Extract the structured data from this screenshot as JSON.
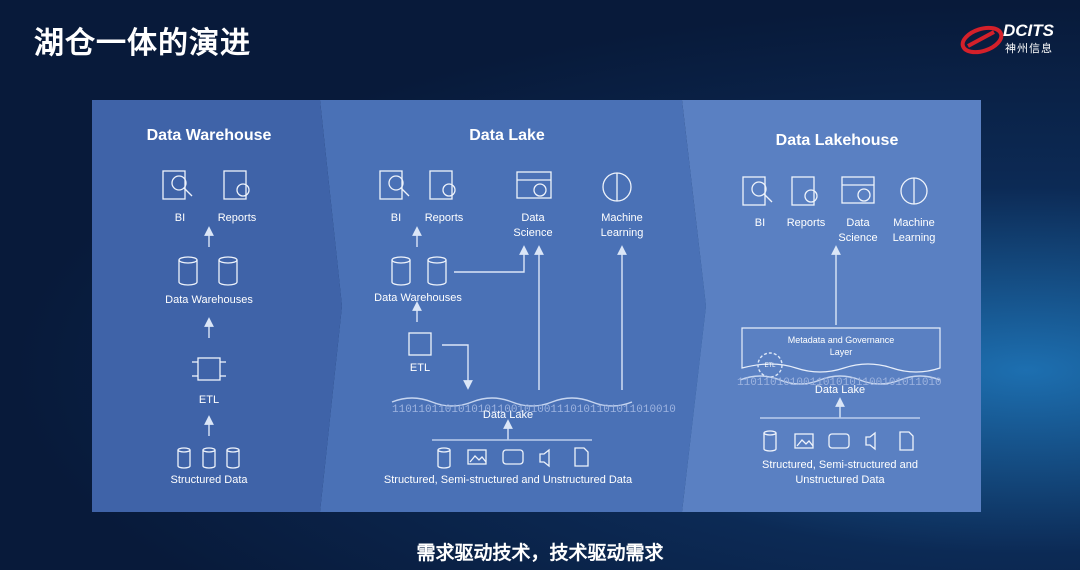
{
  "slide": {
    "title": "湖仓一体的演进",
    "caption": "需求驱动技术，技术驱动需求"
  },
  "logo": {
    "name": "DCITS",
    "subtitle": "神州信息"
  },
  "warehouse": {
    "title": "Data Warehouse",
    "bi": "BI",
    "reports": "Reports",
    "warehouses": "Data Warehouses",
    "etl": "ETL",
    "structured": "Structured Data"
  },
  "lake": {
    "title": "Data Lake",
    "bi": "BI",
    "reports": "Reports",
    "data_science": "Data Science",
    "machine_learning": "Machine Learning",
    "warehouses": "Data Warehouses",
    "etl": "ETL",
    "lake_label": "Data Lake",
    "sources": "Structured, Semi-structured and Unstructured Data",
    "binary": "1101101101010101100101001110101101011010010"
  },
  "lakehouse": {
    "title": "Data Lakehouse",
    "bi": "BI",
    "reports": "Reports",
    "data_science": "Data Science",
    "machine_learning": "Machine Learning",
    "metadata": "Metadata and Governance Layer",
    "etl": "ETL",
    "lake_label": "Data Lake",
    "sources": "Structured, Semi-structured and Unstructured Data",
    "binary": "1101101010011010101100101011010"
  },
  "colors": {
    "panel1": "#3f63a8",
    "panel2": "#4a71b6",
    "panel3": "#5a80c2",
    "line": "#dbe6f7"
  }
}
